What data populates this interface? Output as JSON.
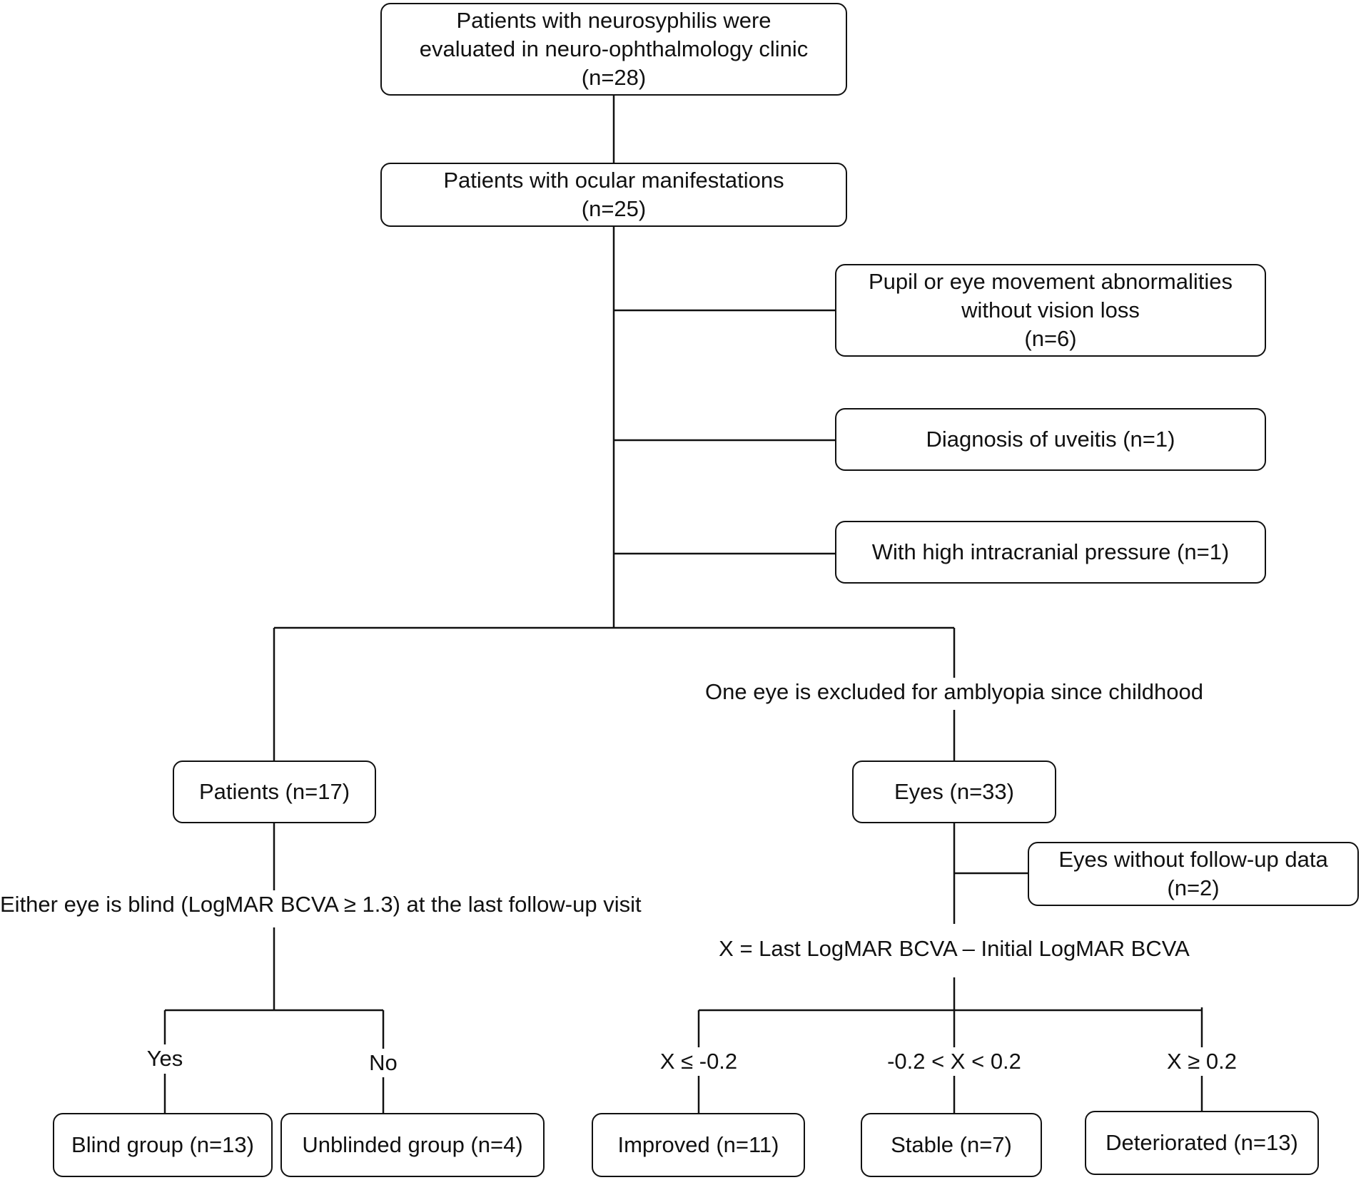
{
  "nodes": {
    "start": {
      "line1": "Patients with neurosyphilis were",
      "line2": "evaluated in neuro-ophthalmology clinic",
      "line3": "(n=28)"
    },
    "ocular": {
      "line1": "Patients with ocular manifestations",
      "line2": "(n=25)"
    },
    "pupil": {
      "line1": "Pupil or eye movement abnormalities",
      "line2": "without vision loss",
      "line3": "(n=6)"
    },
    "uveitis": {
      "text": "Diagnosis of uveitis (n=1)"
    },
    "icp": {
      "text": "With high intracranial pressure (n=1)"
    },
    "patients": {
      "text": "Patients (n=17)"
    },
    "eyes": {
      "text": "Eyes (n=33)"
    },
    "nofollow": {
      "line1": "Eyes without follow-up data",
      "line2": "(n=2)"
    },
    "blind": {
      "text": "Blind group (n=13)"
    },
    "unblinded": {
      "text": "Unblinded group (n=4)"
    },
    "improved": {
      "text": "Improved (n=11)"
    },
    "stable": {
      "text": "Stable (n=7)"
    },
    "deteriorated": {
      "text": "Deteriorated (n=13)"
    }
  },
  "labels": {
    "amblyopia": "One eye is excluded for amblyopia since childhood",
    "blind_criterion": "Either eye is blind (LogMAR BCVA ≥ 1.3) at the last follow-up visit",
    "x_def": "X = Last LogMAR BCVA – Initial LogMAR BCVA",
    "yes": "Yes",
    "no": "No",
    "x_improved": "X ≤ -0.2",
    "x_stable": "-0.2 < X < 0.2",
    "x_deteriorated": "X ≥ 0.2"
  }
}
